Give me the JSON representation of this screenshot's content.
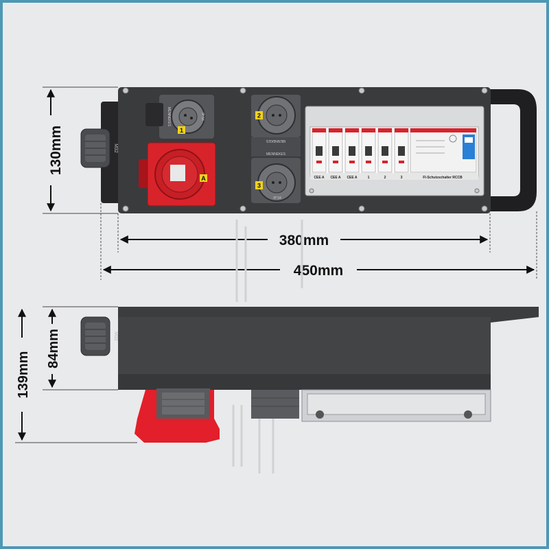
{
  "colors": {
    "frame": "#4d98b4",
    "background": "#e9eaec",
    "housing": "#3a3b3d",
    "socket_red": "#d8232a",
    "rccb_blue": "#2a7fd6",
    "label_yellow": "#f2d21b"
  },
  "dimensions": {
    "top_height": "130mm",
    "inner_width": "380mm",
    "total_width": "450mm",
    "side_total_height": "139mm",
    "side_body_height": "84mm"
  },
  "labels": {
    "gland": "M32",
    "socket_1": "1",
    "socket_2": "2",
    "socket_3": "3",
    "socket_a": "A",
    "ip_rating": "IP 54",
    "brand": "MENNEKES",
    "rccb_label": "FI-Schutzschalter RCCB"
  },
  "breakers": [
    {
      "label": "CEE A"
    },
    {
      "label": "CEE A"
    },
    {
      "label": "CEE A"
    },
    {
      "label": "1"
    },
    {
      "label": "2"
    },
    {
      "label": "3"
    }
  ]
}
